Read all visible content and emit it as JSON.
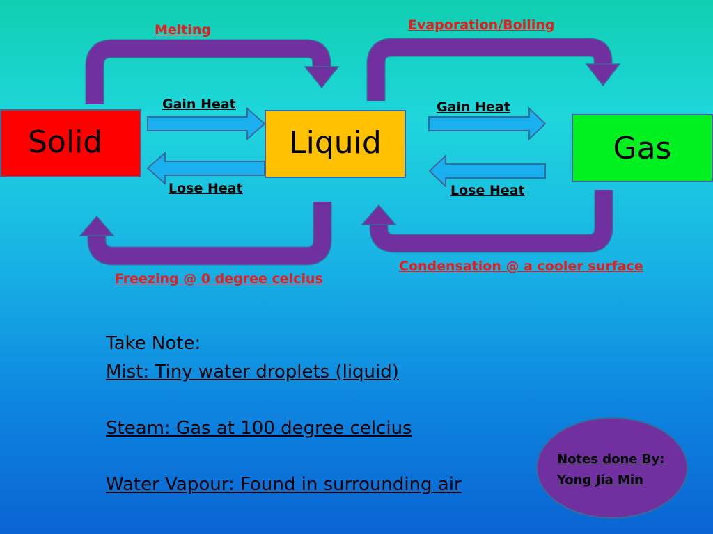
{
  "states": {
    "solid": "Solid",
    "liquid": "Liquid",
    "gas": "Gas"
  },
  "transitions": {
    "melting": "Melting",
    "evaporation": "Evaporation/Boiling",
    "freezing": "Freezing @ 0 degree celcius",
    "condensation": "Condensation @ a cooler surface",
    "gain_heat_1": "Gain Heat",
    "lose_heat_1": "Lose Heat",
    "gain_heat_2": "Gain Heat",
    "lose_heat_2": "Lose Heat"
  },
  "note": {
    "heading": "Take Note:",
    "mist": "Mist: Tiny water droplets (liquid)",
    "steam": "Steam: Gas at 100 degree celcius",
    "vapour": "Water Vapour: Found in surrounding air"
  },
  "author": {
    "line1": "Notes done By:",
    "line2": "Yong Jia Min"
  },
  "colors": {
    "solid": "#ff0000",
    "liquid": "#ffc000",
    "gas": "#00f020",
    "curved_arrow": "#7030a0",
    "heat_arrow": "#1ab0f0",
    "transition_label": "#e81c1c"
  }
}
